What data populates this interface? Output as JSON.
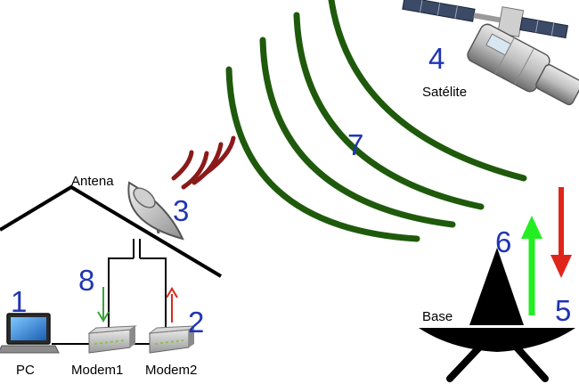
{
  "labels": {
    "antenna": "Antena",
    "satellite": "Satélite",
    "base": "Base",
    "pc": "PC",
    "modem1": "Modem1",
    "modem2": "Modem2"
  },
  "numbers": {
    "n1": "1",
    "n2": "2",
    "n3": "3",
    "n4": "4",
    "n5": "5",
    "n6": "6",
    "n7": "7",
    "n8": "8"
  },
  "colors": {
    "wave_large": "#1f5a0c",
    "wave_small": "#8b1a1a",
    "number": "#1f35b5",
    "arrow_up": "#22ee22",
    "arrow_down": "#e0261b",
    "modem_arrow_down": "#3aa43a",
    "modem_arrow_up": "#e0261b"
  }
}
